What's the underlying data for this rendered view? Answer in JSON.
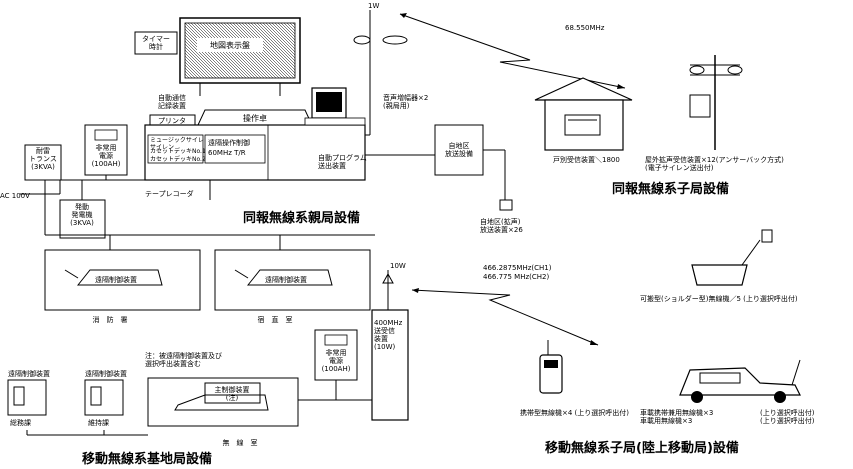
{
  "diagram": {
    "headings": {
      "parent_station": "同報無線系親局設備",
      "child_station": "同報無線系子局設備",
      "base_station": "移動無線系基地局設備",
      "mobile_station": "移動無線系子局(陸上移動局)設備"
    },
    "labels": {
      "antenna_1w": "1W",
      "antenna_10w": "10W",
      "freq_68": "68.550MHz",
      "freq_466_1": "466.2875MHz(CH1)",
      "freq_466_2": "466.775 MHz(CH2)",
      "timer": "タイマー\n時計",
      "map_panel": "地図表示盤",
      "auto_comm_recorder": "自動通信\n記録装置",
      "printer": "プリンタ",
      "console": "操作卓",
      "music_chime": "ミュージックサイレン\nサイレン",
      "cassette_1": "カセットデッキNo.1",
      "cassette_2": "カセットデッキNo.2",
      "control_device": "遠隔操作制御",
      "freq_ctrl": "60MHz T/R",
      "speaker_monitor": "音声増幅器×2\n(親局用)",
      "auto_program": "自動プログラム\n送出装置",
      "transformer": "耐雷\nトランス\n(3KVA)",
      "emergency_power_1": "非常用\n電源\n(100AH)",
      "ac_input": "AC 100V",
      "tape_recorder": "テープレコーダ",
      "generator": "発動\n発電機\n(3KVA)",
      "local_broadcast": "自地区\n放送設備",
      "speaker_count": "自地区(拡声)\n放送装置×26",
      "house_receiver": "戸別受信装置＼1800",
      "outdoor_receiver": "屋外拡声受信装置×12(アンサーバック方式)\n(電子サイレン送出付)",
      "remote_ctrl_1": "遠隔制御装置",
      "fire_dept": "消　防　署",
      "duty_room": "宿　直　室",
      "transceiver": "400MHz\n送受信\n装置\n(10W)",
      "emergency_power_2": "非常用\n電源\n(100AH)",
      "note": "注：被遠隔制御装置及び\n選択呼出装置含む",
      "main_ctrl": "主制御装置\n(注)",
      "radio_room": "無　線　室",
      "remote_ctrl_a": "遠隔制御装置",
      "remote_ctrl_b": "遠隔制御装置",
      "general_affairs": "総務課",
      "maintenance": "維持課",
      "portable_shoulder": "可搬型(ショルダー型)無線機／5 (上り選択呼出付)",
      "handheld": "携帯型無線機×4 (上り選択呼出付)",
      "vehicle": "車載携帯兼用無線機×3\n車載用無線機×3",
      "vehicle_note": "(上り選択呼出付)\n(上り選択呼出付)",
      "handset_label": "遠隔制御装置"
    }
  }
}
